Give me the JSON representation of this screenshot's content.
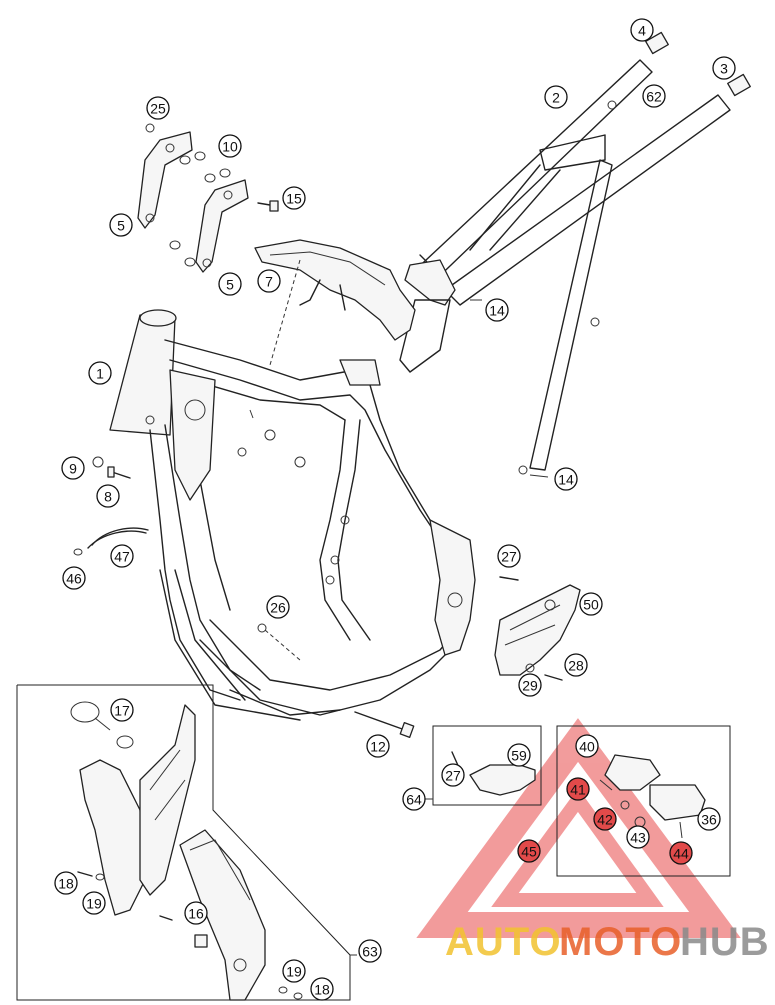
{
  "callouts": [
    {
      "id": "c4",
      "label": "4"
    },
    {
      "id": "c3",
      "label": "3"
    },
    {
      "id": "c2",
      "label": "2"
    },
    {
      "id": "c62",
      "label": "62"
    },
    {
      "id": "c25",
      "label": "25"
    },
    {
      "id": "c10",
      "label": "10"
    },
    {
      "id": "c15",
      "label": "15"
    },
    {
      "id": "c5a",
      "label": "5"
    },
    {
      "id": "c5b",
      "label": "5"
    },
    {
      "id": "c7",
      "label": "7"
    },
    {
      "id": "c14a",
      "label": "14"
    },
    {
      "id": "c1",
      "label": "1"
    },
    {
      "id": "c14b",
      "label": "14"
    },
    {
      "id": "c9",
      "label": "9"
    },
    {
      "id": "c8",
      "label": "8"
    },
    {
      "id": "c47",
      "label": "47"
    },
    {
      "id": "c46",
      "label": "46"
    },
    {
      "id": "c27a",
      "label": "27"
    },
    {
      "id": "c50",
      "label": "50"
    },
    {
      "id": "c26",
      "label": "26"
    },
    {
      "id": "c28",
      "label": "28"
    },
    {
      "id": "c29",
      "label": "29"
    },
    {
      "id": "c17",
      "label": "17"
    },
    {
      "id": "c12",
      "label": "12"
    },
    {
      "id": "c59",
      "label": "59"
    },
    {
      "id": "c27b",
      "label": "27"
    },
    {
      "id": "c64",
      "label": "64"
    },
    {
      "id": "c40",
      "label": "40"
    },
    {
      "id": "c41",
      "label": "41",
      "red": true
    },
    {
      "id": "c36",
      "label": "36"
    },
    {
      "id": "c42",
      "label": "42",
      "red": true
    },
    {
      "id": "c43",
      "label": "43"
    },
    {
      "id": "c45",
      "label": "45",
      "red": true
    },
    {
      "id": "c44",
      "label": "44",
      "red": true
    },
    {
      "id": "c18a",
      "label": "18"
    },
    {
      "id": "c19a",
      "label": "19"
    },
    {
      "id": "c16",
      "label": "16"
    },
    {
      "id": "c63",
      "label": "63"
    },
    {
      "id": "c19b",
      "label": "19"
    },
    {
      "id": "c18b",
      "label": "18"
    }
  ],
  "watermark": {
    "part1": "AUTO",
    "part2": "MOTO",
    "part3": "HUB",
    "color1": "#f2c230",
    "color2": "#e8602a",
    "color3": "#8a8a8a",
    "triangle_color": "#e84a4a"
  }
}
